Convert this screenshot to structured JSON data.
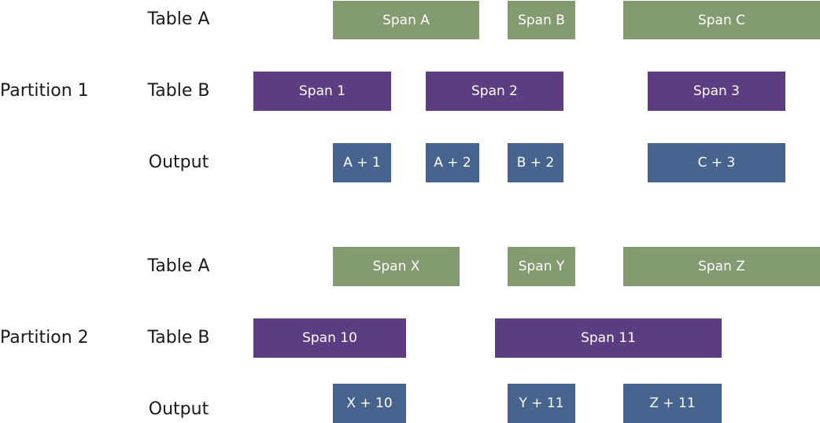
{
  "partitions": [
    {
      "label": "Partition 1",
      "rows": [
        {
          "label": "Table A",
          "spans": [
            "Span A",
            "Span B",
            "Span C"
          ]
        },
        {
          "label": "Table B",
          "spans": [
            "Span 1",
            "Span 2",
            "Span 3"
          ]
        },
        {
          "label": "Output",
          "spans": [
            "A + 1",
            "A + 2",
            "B + 2",
            "C + 3"
          ]
        }
      ]
    },
    {
      "label": "Partition 2",
      "rows": [
        {
          "label": "Table A",
          "spans": [
            "Span X",
            "Span Y",
            "Span Z"
          ]
        },
        {
          "label": "Table B",
          "spans": [
            "Span 10",
            "Span 11"
          ]
        },
        {
          "label": "Output",
          "spans": [
            "X + 10",
            "Y + 11",
            "Z + 11"
          ]
        }
      ]
    }
  ],
  "colors": {
    "table_a": "#849b72",
    "table_b": "#5d3d82",
    "output": "#46648e"
  }
}
